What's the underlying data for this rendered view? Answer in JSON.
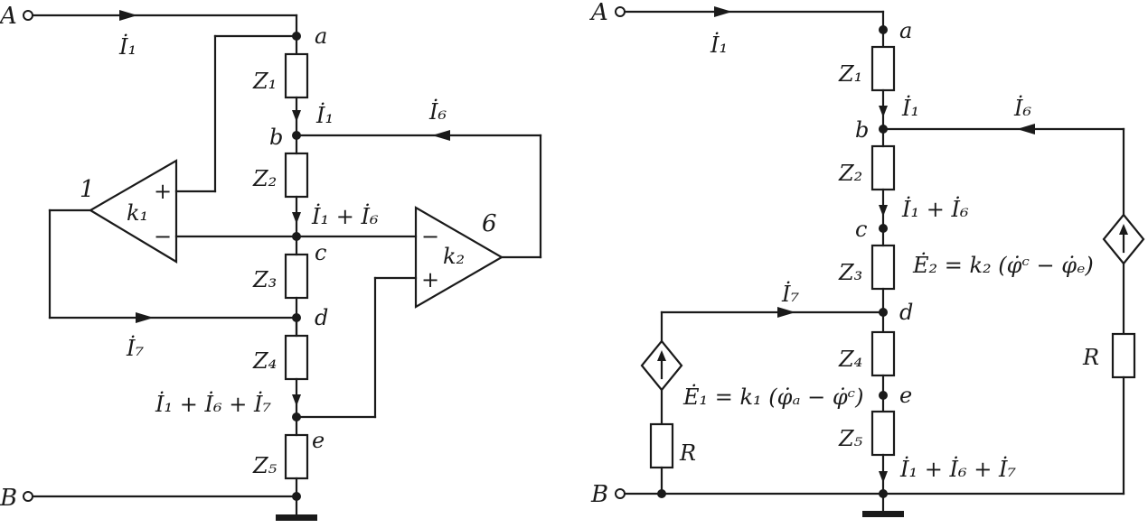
{
  "left_circuit": {
    "terminals": [
      "A",
      "B"
    ],
    "nodes": [
      "a",
      "b",
      "c",
      "d",
      "e"
    ],
    "impedances": [
      "Z₁",
      "Z₂",
      "Z₃",
      "Z₄",
      "Z₅"
    ],
    "amplifiers": [
      {
        "number": "1",
        "gain": "k₁",
        "plus": "+",
        "minus": "−"
      },
      {
        "number": "6",
        "gain": "k₂",
        "plus": "+",
        "minus": "−"
      }
    ],
    "currents": {
      "i1_top": "İ₁",
      "i1_branch": "İ₁",
      "i6": "İ₆",
      "i1_i6": "İ₁ + İ₆",
      "i7": "İ₇",
      "sum": "İ₁ + İ₆ + İ₇"
    }
  },
  "right_circuit": {
    "terminals": [
      "A",
      "B"
    ],
    "nodes": [
      "a",
      "b",
      "c",
      "d",
      "e"
    ],
    "impedances": [
      "Z₁",
      "Z₂",
      "Z₃",
      "Z₄",
      "Z₅"
    ],
    "resistors": [
      "R",
      "R"
    ],
    "currents": {
      "i1_top": "İ₁",
      "i1_branch": "İ₁",
      "i6": "İ₆",
      "i1_i6": "İ₁ + İ₆",
      "i7": "İ₇",
      "sum": "İ₁ + İ₆ + İ₇"
    },
    "equations": {
      "e1": "Ė₁ = k₁ (φ̇ₐ − φ̇ᶜ)",
      "e2": "Ė₂ = k₂ (φ̇ᶜ − φ̇ₑ)"
    }
  }
}
